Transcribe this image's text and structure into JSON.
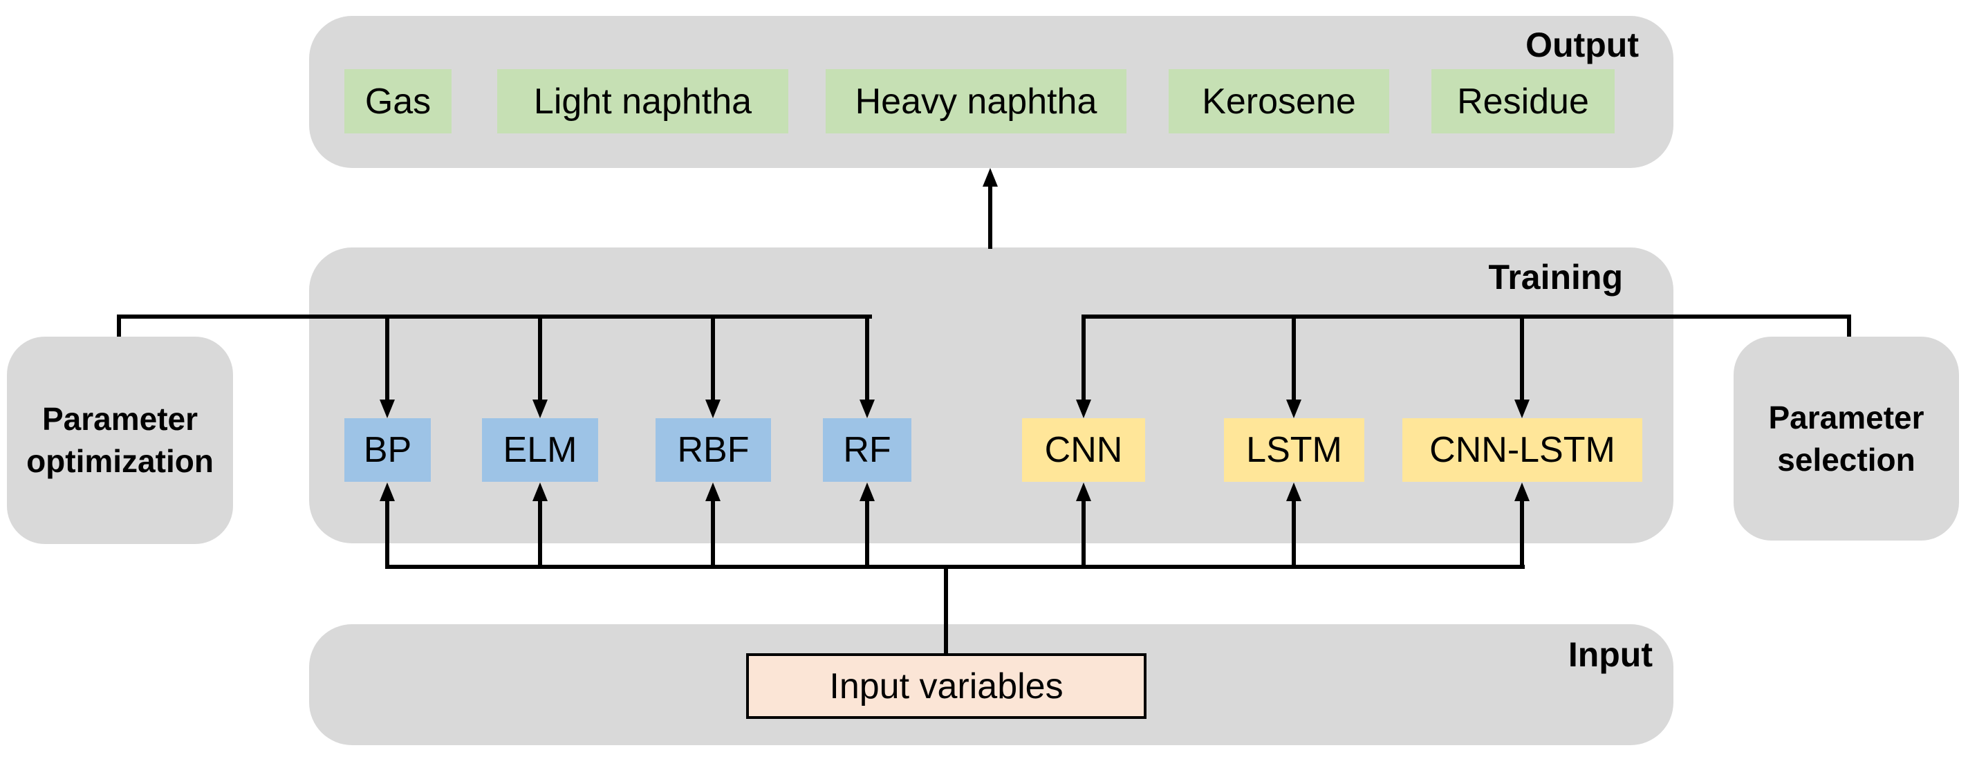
{
  "colors": {
    "panel_bg": "#d9d9d9",
    "product_box": "#c6e0b4",
    "ml_box": "#9dc3e6",
    "dl_box": "#ffe699",
    "input_box_bg": "#fbe5d6",
    "line": "#000000"
  },
  "panels": {
    "output": {
      "title": "Output"
    },
    "training": {
      "title": "Training"
    },
    "input": {
      "title": "Input"
    }
  },
  "outputs": [
    {
      "label": "Gas"
    },
    {
      "label": "Light naphtha"
    },
    {
      "label": "Heavy naphtha"
    },
    {
      "label": "Kerosene"
    },
    {
      "label": "Residue"
    }
  ],
  "models": {
    "machine_learning": [
      {
        "label": "BP"
      },
      {
        "label": "ELM"
      },
      {
        "label": "RBF"
      },
      {
        "label": "RF"
      }
    ],
    "deep_learning": [
      {
        "label": "CNN"
      },
      {
        "label": "LSTM"
      },
      {
        "label": "CNN-LSTM"
      }
    ]
  },
  "side_boxes": {
    "left": {
      "label": "Parameter optimization"
    },
    "right": {
      "label": "Parameter selection"
    }
  },
  "input_variables": {
    "label": "Input variables"
  }
}
